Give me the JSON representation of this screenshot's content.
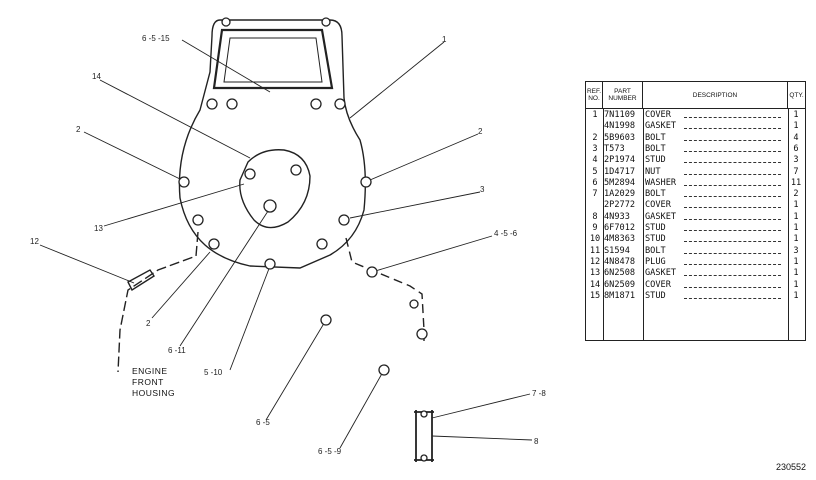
{
  "callouts": {
    "c_6_5_15": "6 -5 -15",
    "c_1": "1",
    "c_14": "14",
    "c_2_left": "2",
    "c_2_right": "2",
    "c_3": "3",
    "c_13": "13",
    "c_4_5_6": "4 -5 -6",
    "c_12": "12",
    "c_2_bottom": "2",
    "c_6_11": "6 -11",
    "c_5_10": "5 -10",
    "c_6_5": "6 -5",
    "c_6_5_9": "6 -5 -9",
    "c_7_8": "7 -8",
    "c_8": "8"
  },
  "note": {
    "line1": "ENGINE",
    "line2": "FRONT",
    "line3": "HOUSING"
  },
  "drawing_number": "230552",
  "parts_table": {
    "headers": {
      "ref": "REF. NO.",
      "part": "PART NUMBER",
      "desc": "DESCRIPTION",
      "qty": "QTY."
    },
    "rows": [
      {
        "ref": "1",
        "part": "7N1109",
        "desc": "COVER",
        "qty": "1"
      },
      {
        "ref": "",
        "part": "4N1998",
        "desc": "GASKET",
        "qty": "1"
      },
      {
        "ref": "2",
        "part": "5B9603",
        "desc": "BOLT",
        "qty": "4"
      },
      {
        "ref": "3",
        "part": "T573",
        "desc": "BOLT",
        "qty": "6"
      },
      {
        "ref": "4",
        "part": "2P1974",
        "desc": "STUD",
        "qty": "3"
      },
      {
        "ref": "5",
        "part": "1D4717",
        "desc": "NUT",
        "qty": "7"
      },
      {
        "ref": "6",
        "part": "5M2894",
        "desc": "WASHER",
        "qty": "11"
      },
      {
        "ref": "7",
        "part": "1A2029",
        "desc": "BOLT",
        "qty": "2"
      },
      {
        "ref": "",
        "part": "2P2772",
        "desc": "COVER",
        "qty": "1"
      },
      {
        "ref": "8",
        "part": "4N933",
        "desc": "GASKET",
        "qty": "1"
      },
      {
        "ref": "9",
        "part": "6F7012",
        "desc": "STUD",
        "qty": "1"
      },
      {
        "ref": "10",
        "part": "4M8363",
        "desc": "STUD",
        "qty": "1"
      },
      {
        "ref": "11",
        "part": "S1594",
        "desc": "BOLT",
        "qty": "3"
      },
      {
        "ref": "12",
        "part": "4N8478",
        "desc": "PLUG",
        "qty": "1"
      },
      {
        "ref": "13",
        "part": "6N2508",
        "desc": "GASKET",
        "qty": "1"
      },
      {
        "ref": "14",
        "part": "6N2509",
        "desc": "COVER",
        "qty": "1"
      },
      {
        "ref": "15",
        "part": "8M1871",
        "desc": "STUD",
        "qty": "1"
      }
    ]
  }
}
